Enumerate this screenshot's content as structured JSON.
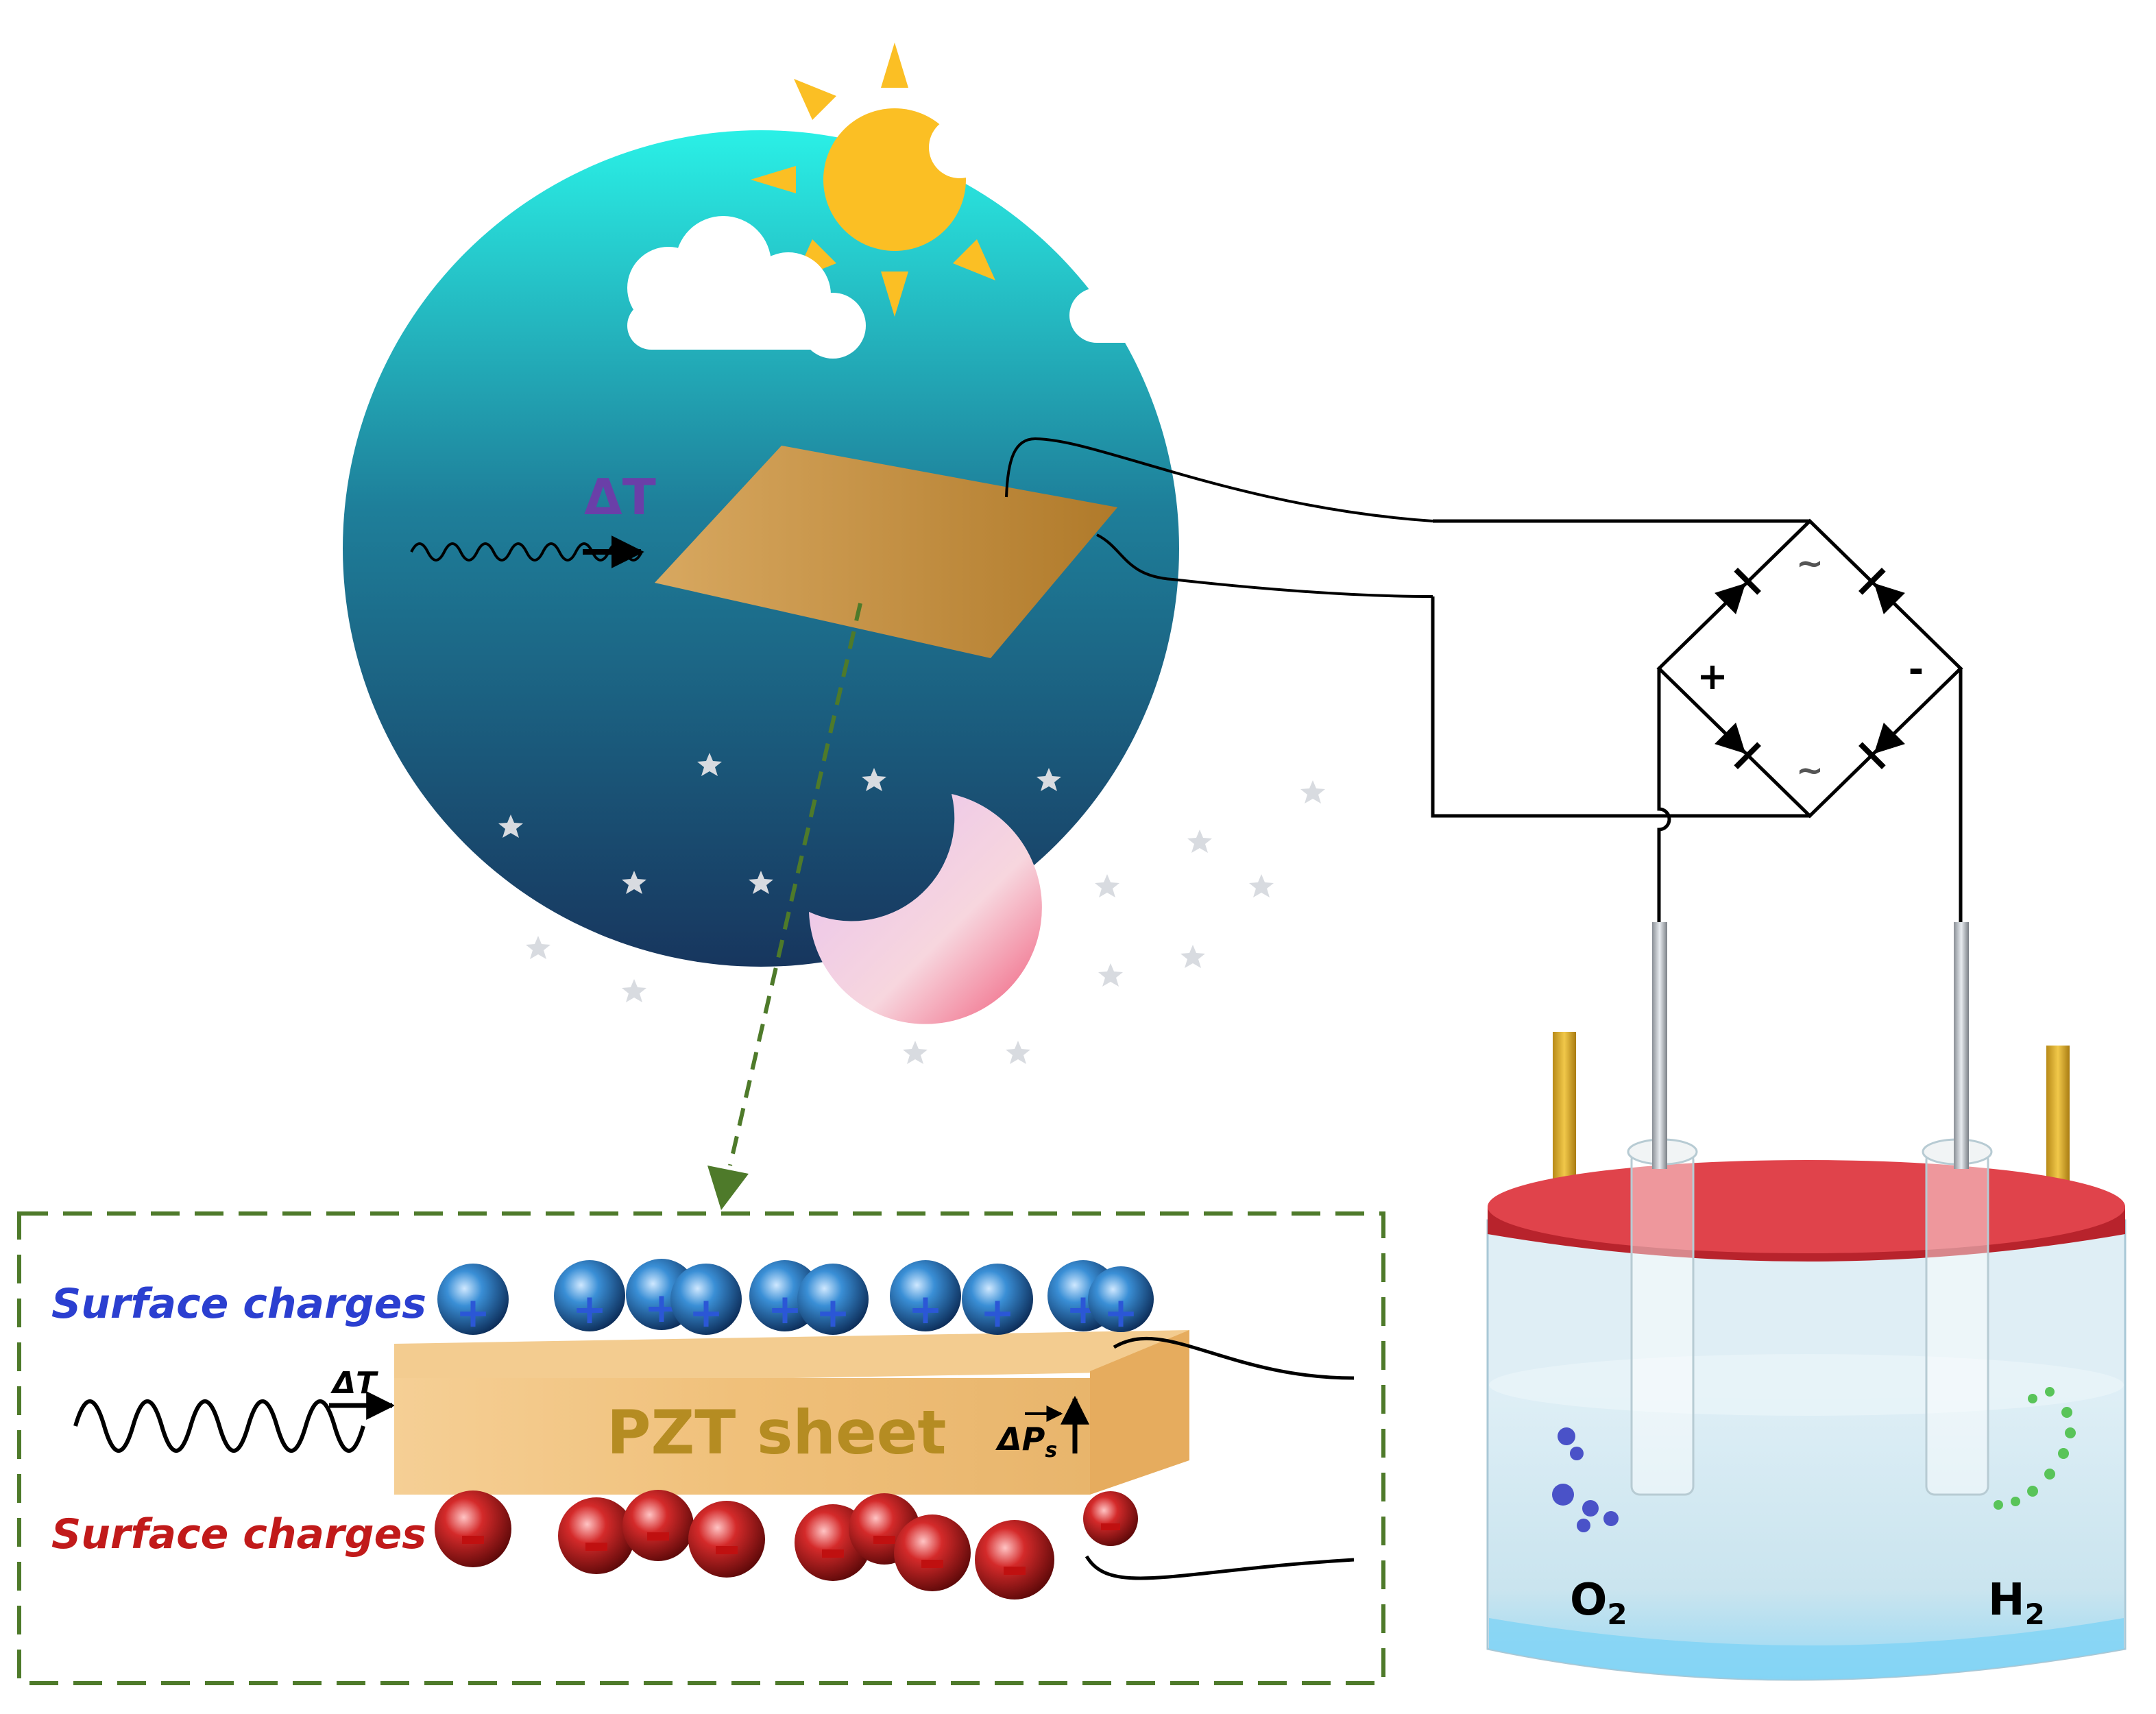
{
  "sky_label": "ΔT",
  "inset": {
    "top_label": "Surface charges",
    "bottom_label": "Surface charges",
    "heat_label": "ΔT",
    "sheet_label": "PZT sheet",
    "polarization_label": "ΔP",
    "polarization_sub": "s"
  },
  "bridge": {
    "ac_symbol_top": "~",
    "ac_symbol_bottom": "~",
    "plus": "+",
    "minus": "-"
  },
  "cell": {
    "left_gas": "O",
    "left_sub": "2",
    "right_gas": "H",
    "right_sub": "2"
  },
  "colors": {
    "sky_top": "#2af0e6",
    "sky_bottom": "#17365e",
    "pzt": "#c8923e",
    "sun": "#fbbf24",
    "positive_charge": "#2b57d6",
    "negative_charge": "#c11a1a",
    "inset_border": "#4e7a2a",
    "lid": "#d83a42",
    "oxygen_bubble": "#4a52c8",
    "hydrogen_bubble": "#59c459"
  }
}
